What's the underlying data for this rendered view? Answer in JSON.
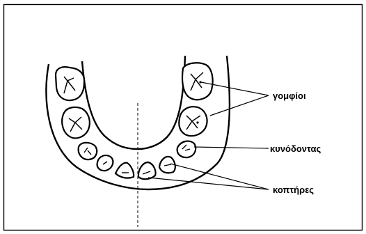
{
  "labels": {
    "molars": "γομφίοι",
    "canine": "κυνόδοντας",
    "incisors": "κοπτήρες"
  }
}
